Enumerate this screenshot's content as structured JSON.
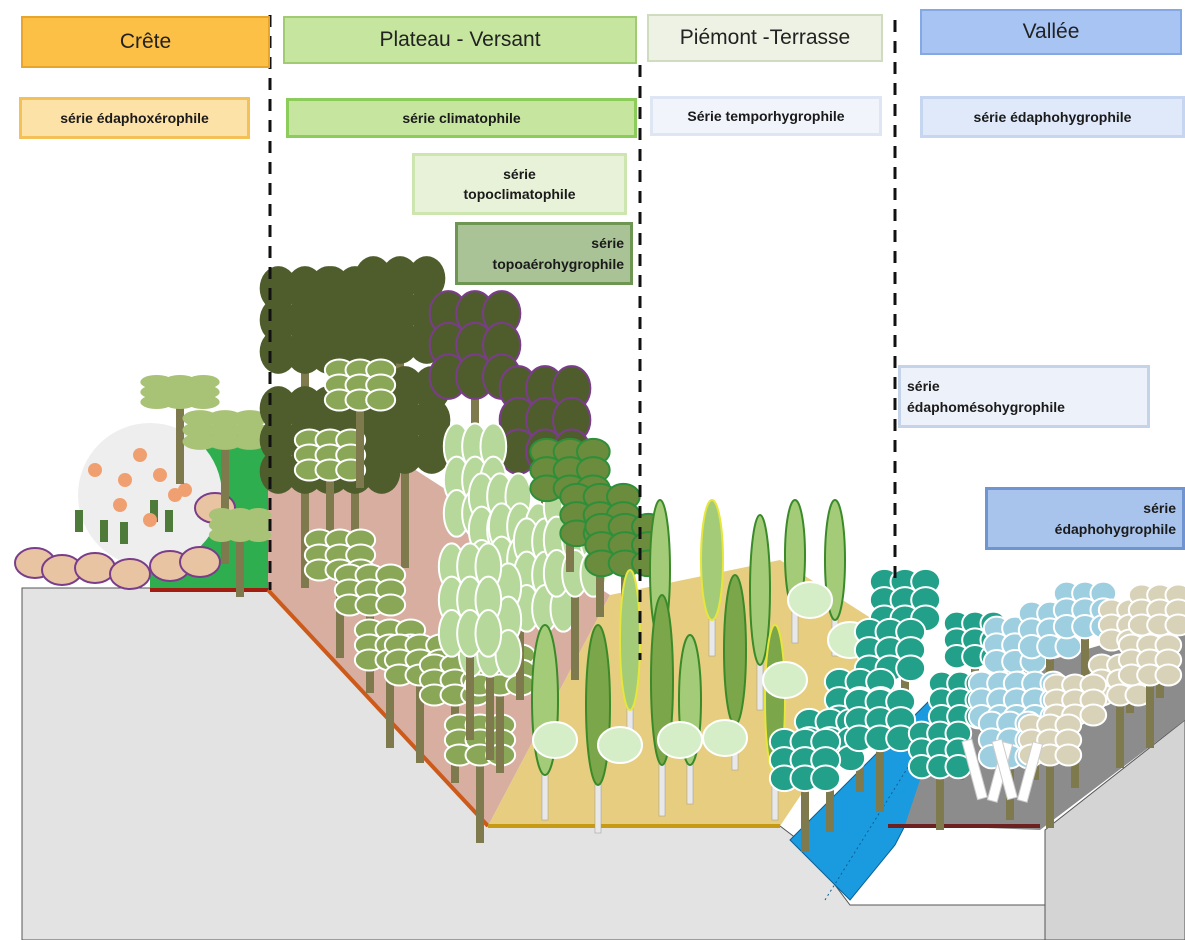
{
  "zones": [
    {
      "id": "crete",
      "label": "Crête",
      "fill": "#fbc045",
      "border": "#e7a52b"
    },
    {
      "id": "plateau",
      "label": "Plateau  - Versant",
      "fill": "#c6e6a0",
      "border": "#9fcb72"
    },
    {
      "id": "piemont",
      "label": "Piémont -Terrasse",
      "fill": "#edf2e4",
      "border": "#cfdcc0"
    },
    {
      "id": "vallee",
      "label": "Vallée",
      "fill": "#a7c4f3",
      "border": "#85a8e2"
    }
  ],
  "series": [
    {
      "id": "edaphoxerophile",
      "lines": [
        "série édaphoxérophile"
      ],
      "fill": "#fde2a8",
      "border": "#f4c058"
    },
    {
      "id": "climatophile",
      "lines": [
        "série climatophile"
      ],
      "fill": "#c6e6a0",
      "border": "#8ccc5a"
    },
    {
      "id": "temporhygrophile",
      "lines": [
        "Série temporhygrophile"
      ],
      "fill": "#f1f4fb",
      "border": "#dfe6f3"
    },
    {
      "id": "edaphohygrophile-top",
      "lines": [
        "série édaphohygrophile"
      ],
      "fill": "#dfe9fa",
      "border": "#c6d6f1"
    },
    {
      "id": "topoclimatophile",
      "lines": [
        "série",
        "topoclimatophile"
      ],
      "fill": "#e7f2d8",
      "border": "#cde6b0"
    },
    {
      "id": "topoaerohygrophile",
      "lines": [
        "série",
        "topoaérohygrophile"
      ],
      "fill": "#a9c296",
      "border": "#6d9652"
    },
    {
      "id": "edaphomesohygrophile",
      "lines": [
        "série",
        "édaphomésohygrophile"
      ],
      "fill": "#edf1f9",
      "border": "#c5d3ea"
    },
    {
      "id": "edaphohygrophile-bottom",
      "lines": [
        "série",
        "édaphohygrophile"
      ],
      "fill": "#a9c4ec",
      "border": "#6f94cf"
    }
  ],
  "colors": {
    "ground_side": "#e3e3e3",
    "ground_front": "#d4d4d4",
    "crest_green": "#2fae4f",
    "slope_soil": "#d7aea0",
    "terrace_soil": "#e6cd7f",
    "river": "#1a9be0",
    "dark_tree": "#4f5d2c",
    "mid_tree": "#8aa758",
    "light_tree": "#b6d89b",
    "teal_tree": "#22a089",
    "pale_blue_tree": "#9dcfe0",
    "beige_tree": "#d8d2b8",
    "trunk": "#7f7a4e"
  }
}
